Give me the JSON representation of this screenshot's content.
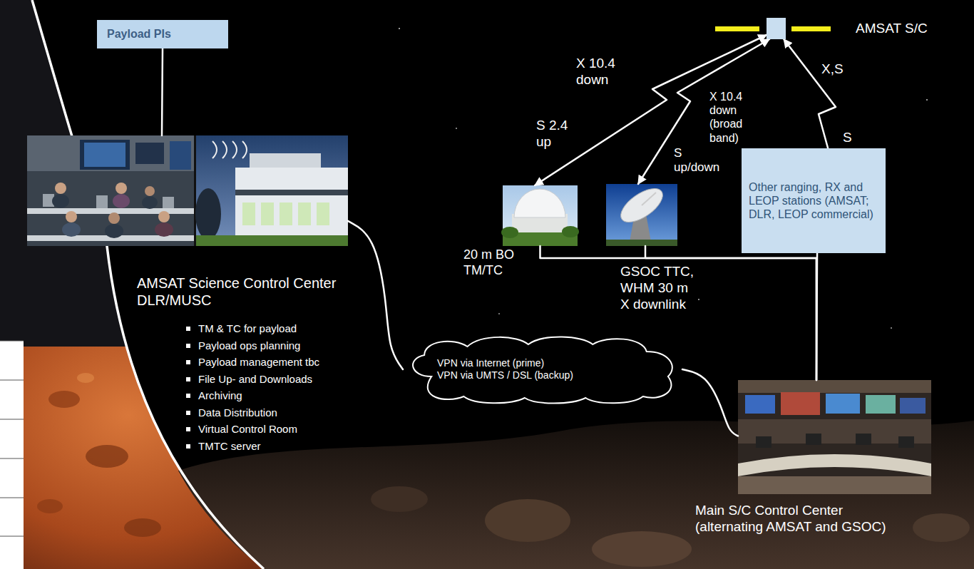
{
  "diagram": {
    "nodes": [
      {
        "text": [
          "Payload PIs"
        ]
      },
      {
        "text": [
          "AMSAT Science Control Center DLR/MUSC"
        ]
      },
      {
        "text": [
          "VPN via Internet (prime)",
          "VPN via UMTS / DSL (backup)"
        ]
      },
      {
        "text": [
          "AMSAT S/C"
        ]
      },
      {
        "text": [
          "20 m BO TM/TC"
        ]
      },
      {
        "text": [
          "GSOC TTC, WHM 30 m X downlink"
        ]
      },
      {
        "text": [
          "Other ranging, RX and LEOP stations (AMSAT; DLR, LEOP commercial)"
        ]
      },
      {
        "text": [
          "Main S/C Control Center (alternating AMSAT and GSOC)"
        ]
      }
    ],
    "edges": [
      {
        "from": 0,
        "to": 1,
        "arrow": "none"
      },
      {
        "from": 3,
        "to": 4,
        "arrow": "both",
        "label": "X 10.4 down"
      },
      {
        "from": 3,
        "to": 5,
        "arrow": "both",
        "label": "X 10.4 down (broad band)"
      },
      {
        "from": 6,
        "to": 3,
        "arrow": "to",
        "label": "X,S"
      },
      {
        "from": 4,
        "to": 7,
        "arrow": "none"
      },
      {
        "from": 5,
        "to": 7,
        "arrow": "none"
      },
      {
        "from": 6,
        "to": 7,
        "arrow": "none"
      },
      {
        "from": 1,
        "to": 2,
        "arrow": "none"
      },
      {
        "from": 2,
        "to": 7,
        "arrow": "none"
      }
    ],
    "labels": [
      "S 2.4 up",
      "S",
      "S up/down",
      "TM & TC for payload",
      "Payload ops planning",
      "Payload management tbc",
      "File Up- and Downloads",
      "Archiving",
      "Data Distribution",
      "Virtual Control Room",
      "TMTC server"
    ]
  }
}
